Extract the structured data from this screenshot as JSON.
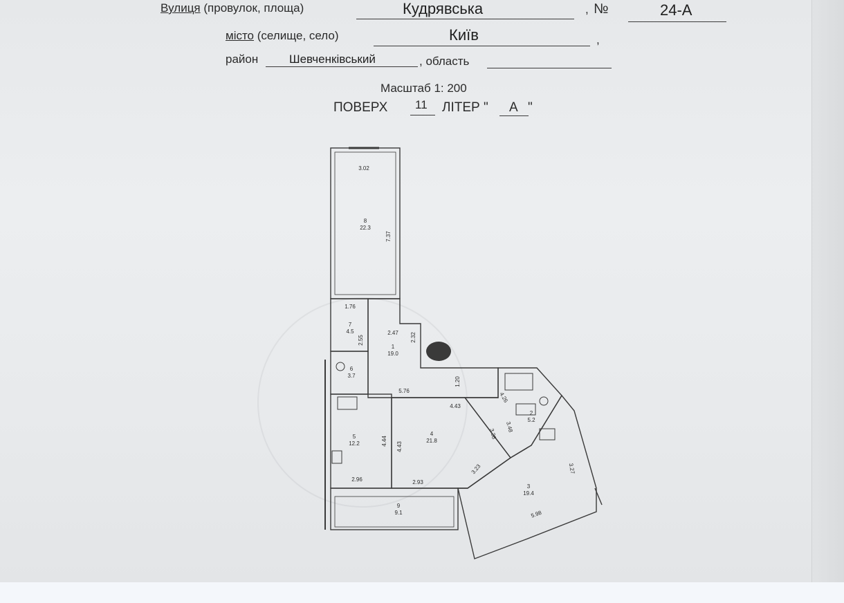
{
  "header": {
    "street_label": "Вулиця",
    "street_label_rest": "(провулок, площа)",
    "street_value": "Кудрявська",
    "number_prefix": ",",
    "number_sign": "№",
    "number_value": "24-А",
    "city_label": "місто",
    "city_label_rest": "(селище, село)",
    "city_value": "Київ",
    "city_end": ",",
    "district_label": "район",
    "district_value": "Шевченківський",
    "region_label": ", область",
    "region_value": ""
  },
  "scale": {
    "text": "Масштаб 1: 200"
  },
  "floor": {
    "floor_label": "ПОВЕРХ",
    "floor_value": "11",
    "liter_label": "ЛІТЕР \"",
    "liter_value": "А",
    "liter_end": "\""
  },
  "plan": {
    "rooms": [
      {
        "num": "8",
        "area": "22.3"
      },
      {
        "num": "7",
        "area": "4.5"
      },
      {
        "num": "1",
        "area": "19.0"
      },
      {
        "num": "6",
        "area": "3.7"
      },
      {
        "num": "5",
        "area": "12.2"
      },
      {
        "num": "4",
        "area": "21.8"
      },
      {
        "num": "2",
        "area": "5.2"
      },
      {
        "num": "3",
        "area": "19.4"
      },
      {
        "num": "9",
        "area": "9.1"
      }
    ],
    "dims": [
      "3.02",
      "7.37",
      "1.76",
      "2.55",
      "2.47",
      "2.32",
      "1.20",
      "5.76",
      "4.43",
      "4.44",
      "4.43",
      "3.38",
      "3.48",
      "4.26",
      "2.96",
      "2.93",
      "3.23",
      "3.27",
      "5.98"
    ]
  }
}
